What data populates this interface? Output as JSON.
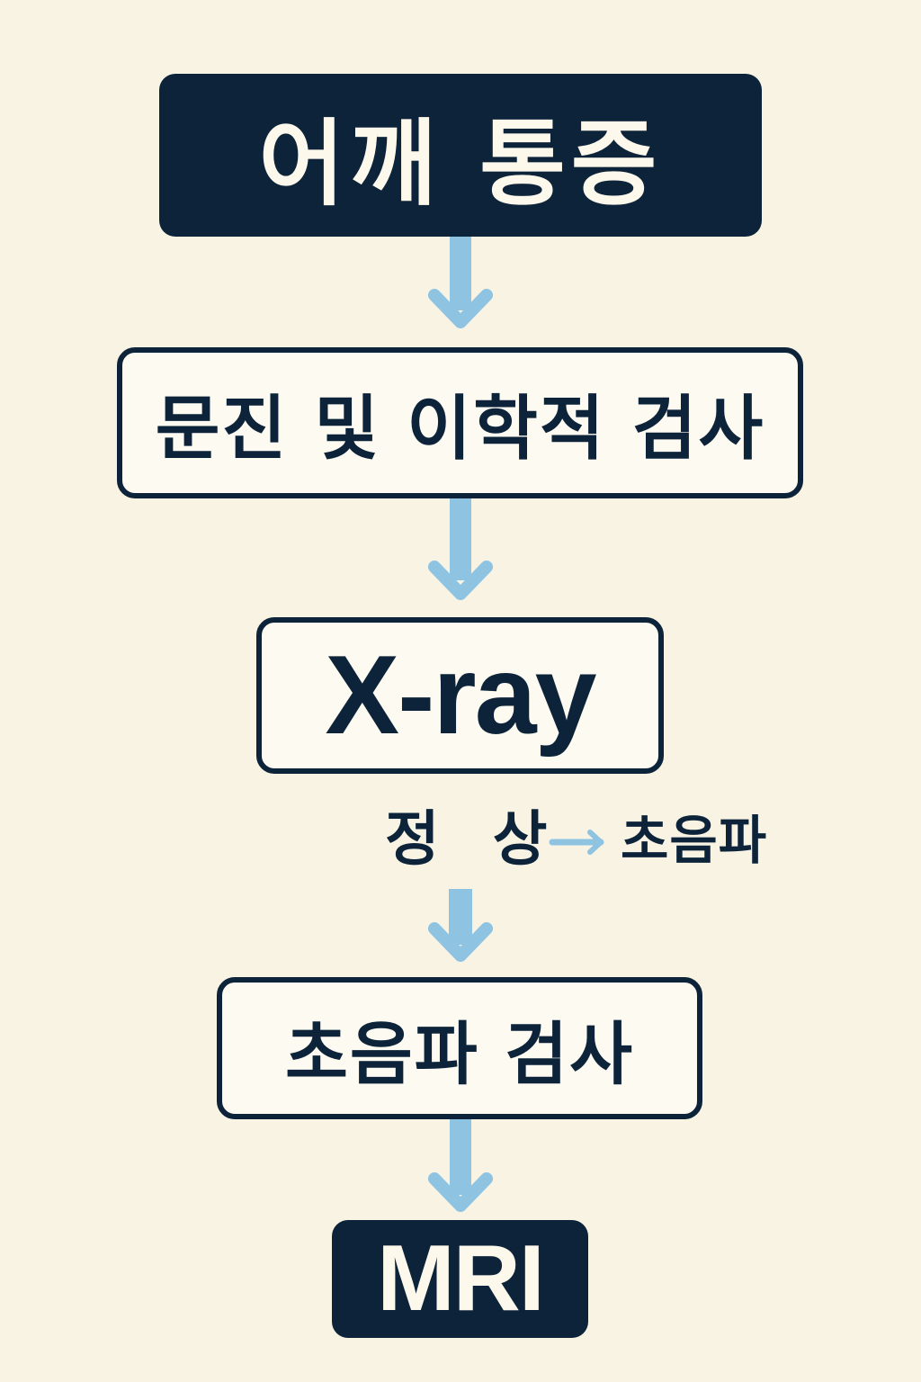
{
  "flow": {
    "step1": "어깨 통증",
    "step2": "문진 및 이학적 검사",
    "step3": "X-ray",
    "branch_condition": "정 상",
    "branch_target": "초음파",
    "step4": "초음파 검사",
    "step5": "MRI"
  },
  "colors": {
    "background": "#f9f3e4",
    "dark_box": "#0c2339",
    "arrow": "#8ec3e2"
  }
}
